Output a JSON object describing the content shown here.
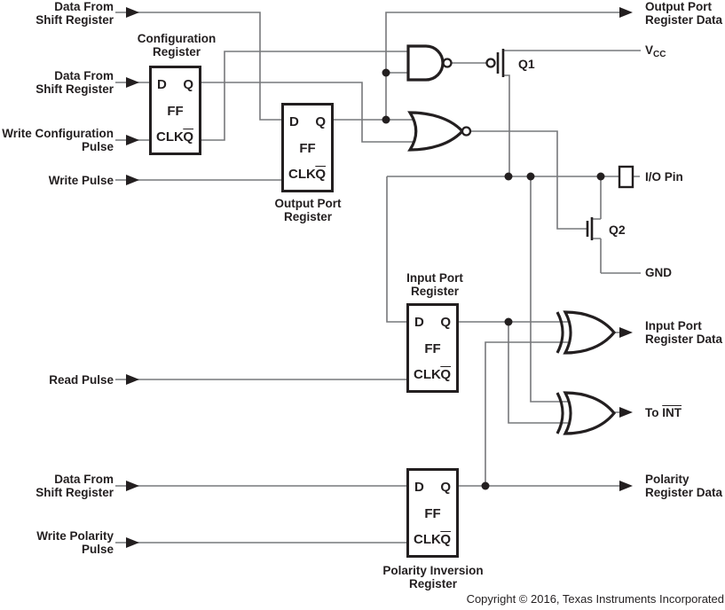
{
  "colors": {
    "ink": "#231f20",
    "wire": "#77787b",
    "background": "#ffffff"
  },
  "inputs": [
    {
      "id": "data-from-shift-register-1",
      "l1": "Data From",
      "l2": "Shift Register"
    },
    {
      "id": "data-from-shift-register-2",
      "l1": "Data From",
      "l2": "Shift Register"
    },
    {
      "id": "write-configuration-pulse",
      "l1": "Write Configuration",
      "l2": "Pulse"
    },
    {
      "id": "write-pulse",
      "l1": "Write Pulse",
      "l2": ""
    },
    {
      "id": "read-pulse",
      "l1": "Read Pulse",
      "l2": ""
    },
    {
      "id": "data-from-shift-register-3",
      "l1": "Data From",
      "l2": "Shift Register"
    },
    {
      "id": "write-polarity-pulse",
      "l1": "Write Polarity",
      "l2": "Pulse"
    }
  ],
  "outputs": [
    {
      "id": "output-port-register-data",
      "l1": "Output Port",
      "l2": "Register Data"
    },
    {
      "id": "input-port-register-data",
      "l1": "Input Port",
      "l2": "Register Data"
    },
    {
      "id": "polarity-register-data",
      "l1": "Polarity",
      "l2": "Register Data"
    }
  ],
  "rails": {
    "vcc_base": "V",
    "vcc_sub": "CC",
    "gnd": "GND",
    "io_pin": "I/O Pin",
    "to_int_prefix": "To ",
    "to_int_bar": "INT"
  },
  "transistors": {
    "q1": "Q1",
    "q2": "Q2"
  },
  "registers": {
    "configuration": {
      "c1": "Configuration",
      "c2": "Register"
    },
    "output_port": {
      "c1": "Output Port",
      "c2": "Register"
    },
    "input_port": {
      "c1": "Input Port",
      "c2": "Register"
    },
    "polarity": {
      "c1": "Polarity Inversion",
      "c2": "Register"
    }
  },
  "ff_pins": {
    "d": "D",
    "q": "Q",
    "ff": "FF",
    "clk": "CLK",
    "qbar": "Q"
  },
  "copyright": "Copyright © 2016, Texas Instruments Incorporated"
}
